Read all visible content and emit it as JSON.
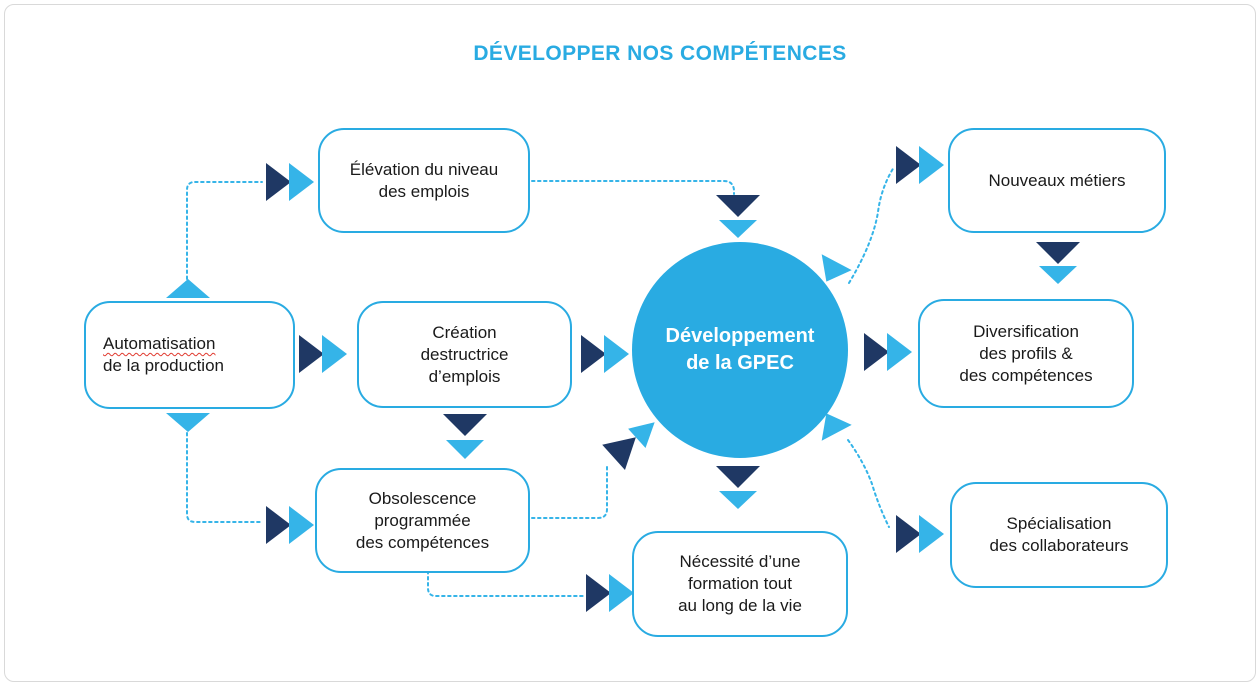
{
  "title": "DÉVELOPPER NOS COMPÉTENCES",
  "colors": {
    "accent_blue": "#29ABE2",
    "arrow_light_blue": "#35B4E8",
    "arrow_navy": "#1F3864",
    "text_dark": "#1A1A1A",
    "spellcheck_underline_red": "#E03A2F",
    "frame_gray": "#D9D9D9"
  },
  "center_node": {
    "lines": [
      "Développement",
      "de la GPEC"
    ]
  },
  "nodes": {
    "elevation": {
      "lines": [
        "Élévation du niveau",
        "des emplois"
      ]
    },
    "automatisation": {
      "lines": [
        "Automatisation",
        "de la production"
      ]
    },
    "creation": {
      "lines": [
        "Création",
        "destructrice",
        "d’emplois"
      ]
    },
    "obsolescence": {
      "lines": [
        "Obsolescence",
        "programmée",
        "des compétences"
      ]
    },
    "necessite": {
      "lines": [
        "Nécessité d’une",
        "formation tout",
        "au long de la vie"
      ]
    },
    "nouveaux_metiers": {
      "lines": [
        "Nouveaux métiers"
      ]
    },
    "diversification": {
      "lines": [
        "Diversification",
        "des profils &",
        "des compétences"
      ]
    },
    "specialisation": {
      "lines": [
        "Spécialisation",
        "des collaborateurs"
      ]
    }
  }
}
